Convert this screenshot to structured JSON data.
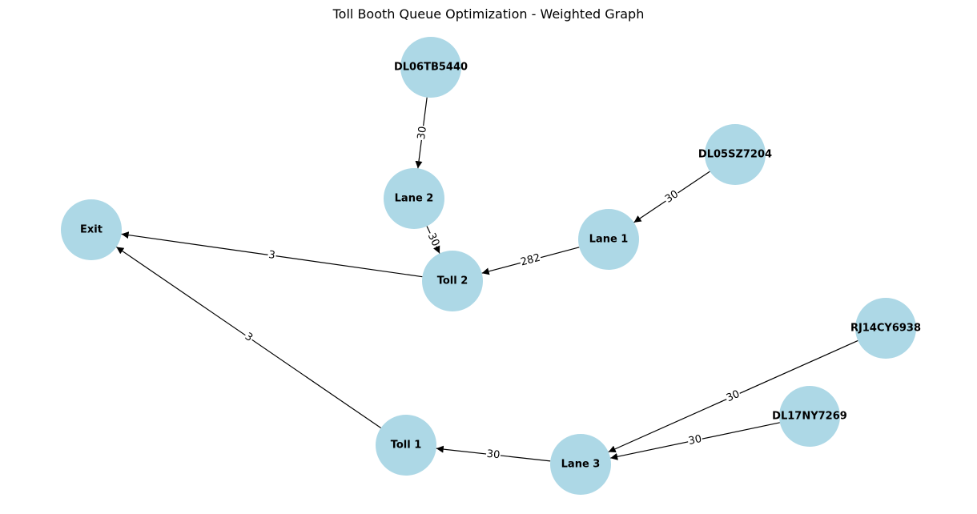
{
  "title": "Toll Booth Queue Optimization - Weighted Graph",
  "colors": {
    "node_fill": "#ADD8E6",
    "edge_stroke": "#000000",
    "label_bg": "#FFFFFF"
  },
  "nodes": [
    {
      "id": "DL06TB5440",
      "label": "DL06TB5440"
    },
    {
      "id": "Lane 2",
      "label": "Lane 2"
    },
    {
      "id": "DL05SZ7204",
      "label": "DL05SZ7204"
    },
    {
      "id": "Exit",
      "label": "Exit"
    },
    {
      "id": "Lane 1",
      "label": "Lane 1"
    },
    {
      "id": "Toll 2",
      "label": "Toll 2"
    },
    {
      "id": "RJ14CY6938",
      "label": "RJ14CY6938"
    },
    {
      "id": "DL17NY7269",
      "label": "DL17NY7269"
    },
    {
      "id": "Toll 1",
      "label": "Toll 1"
    },
    {
      "id": "Lane 3",
      "label": "Lane 3"
    }
  ],
  "edges": [
    {
      "from": "DL06TB5440",
      "to": "Lane 2",
      "weight": "30"
    },
    {
      "from": "DL05SZ7204",
      "to": "Lane 1",
      "weight": "30"
    },
    {
      "from": "Lane 2",
      "to": "Toll 2",
      "weight": "30"
    },
    {
      "from": "Lane 1",
      "to": "Toll 2",
      "weight": "282"
    },
    {
      "from": "Toll 2",
      "to": "Exit",
      "weight": "3"
    },
    {
      "from": "Toll 1",
      "to": "Exit",
      "weight": "3"
    },
    {
      "from": "RJ14CY6938",
      "to": "Lane 3",
      "weight": "30"
    },
    {
      "from": "DL17NY7269",
      "to": "Lane 3",
      "weight": "30"
    },
    {
      "from": "Lane 3",
      "to": "Toll 1",
      "weight": "30"
    }
  ]
}
